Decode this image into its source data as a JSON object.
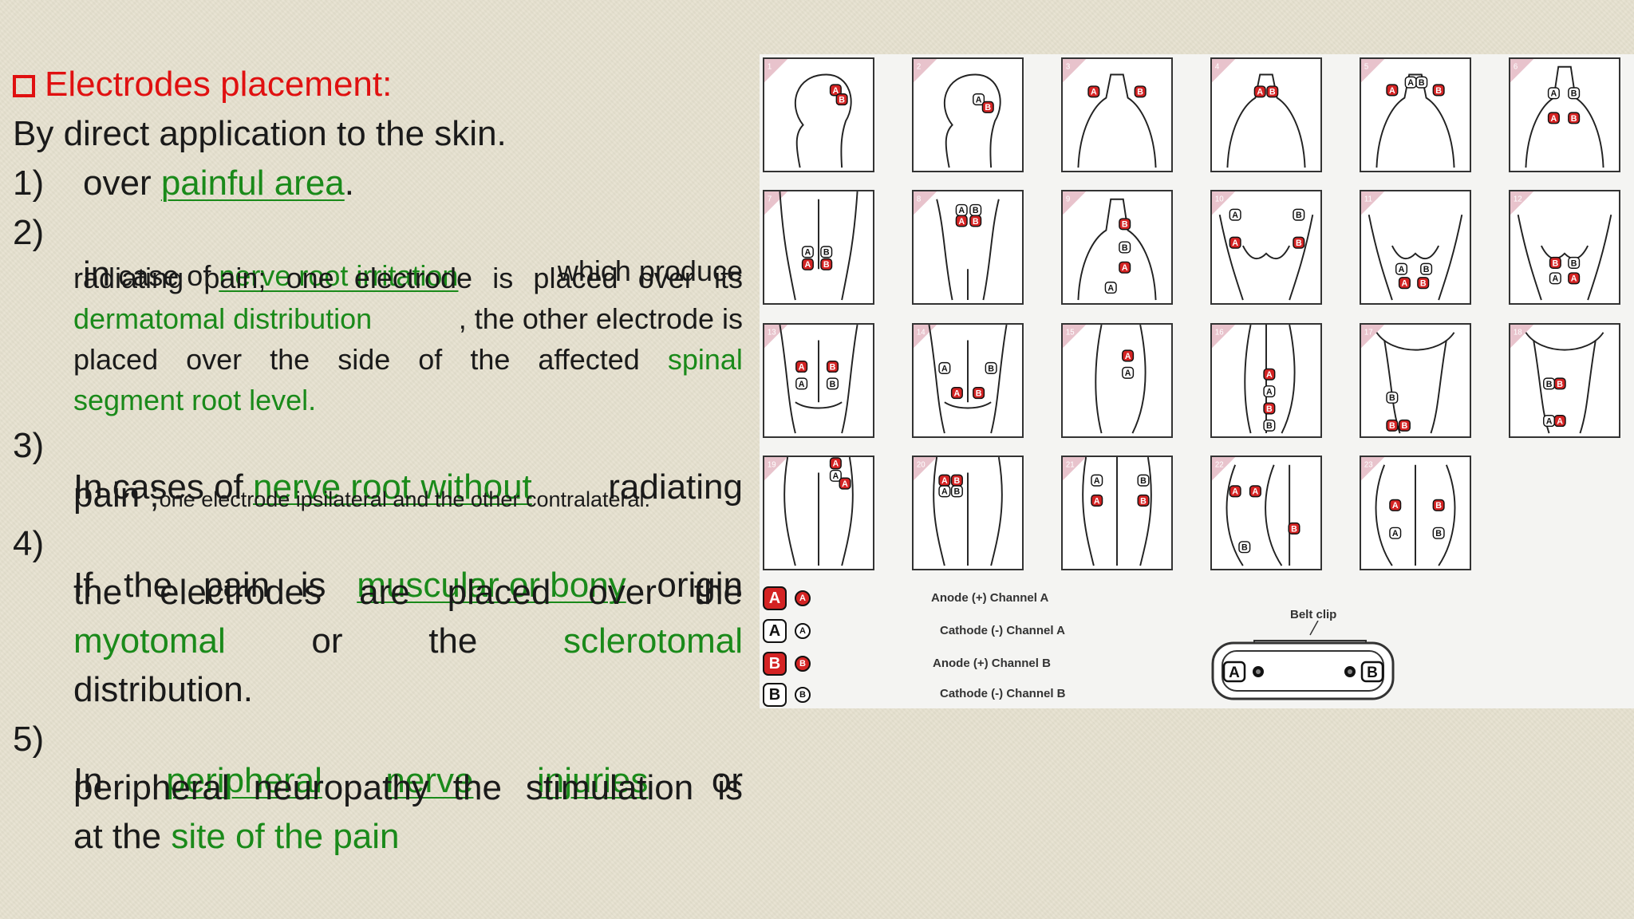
{
  "heading": "Electrodes placement:",
  "intro": "By direct application to the skin.",
  "items": {
    "i1": {
      "num": "1)",
      "pre": "over ",
      "link": "painful area",
      "post": "."
    },
    "i2": {
      "num": "2)",
      "pre_big": "in",
      "pre_small": " case of ",
      "link": "nerve root irritation ",
      "post": "which produce",
      "l2": "radiating pain; one electrode is placed over its",
      "l3_green": "dermatomal distribution",
      "l3_rest": ", the other electrode is",
      "l4": [
        "placed",
        "over",
        "the",
        "side",
        "of",
        "the",
        "affected"
      ],
      "l4_green": "spinal",
      "l5_green": "segment root level."
    },
    "i3": {
      "num": "3)",
      "pre": "In cases of ",
      "link": "nerve root without ",
      "post": "radiating",
      "l2_big": "pain ;",
      "l2_small": "one electrode  ipsilateral and the other  contralateral."
    },
    "i4": {
      "num": "4)",
      "l1": [
        "If",
        "the",
        "pain",
        "is"
      ],
      "link": "muscular or bony ",
      "post": "origin",
      "l2": [
        "the",
        "electrodes",
        "are",
        "placed",
        "over",
        "the"
      ],
      "l3_g1": "myotomal",
      "l3_m1": "or",
      "l3_m2": "the",
      "l3_g2": "sclerotomal",
      "l4": "distribution."
    },
    "i5": {
      "num": "5)",
      "pre": "In",
      "link": [
        "peripheral",
        "nerve",
        "injuries"
      ],
      "post": "or",
      "l2": "peripheral neuropathy the stimulation is",
      "l3": "at the ",
      "l3_green": "site of the pain"
    }
  },
  "figure": {
    "tile_numbers": [
      "1",
      "2",
      "3",
      "4",
      "5",
      "6",
      "7",
      "8",
      "9",
      "10",
      "11",
      "12",
      "13",
      "14",
      "15",
      "16",
      "17",
      "18",
      "19",
      "20",
      "21",
      "22",
      "23"
    ],
    "letters": {
      "a": "A",
      "b": "B"
    },
    "legend": [
      {
        "label": "Anode (+) Channel A",
        "letter": "A",
        "style": "red"
      },
      {
        "label": "Cathode (-) Channel A",
        "letter": "A",
        "style": "white"
      },
      {
        "label": "Anode (+) Channel B",
        "letter": "B",
        "style": "red"
      },
      {
        "label": "Cathode (-) Channel B",
        "letter": "B",
        "style": "white"
      }
    ],
    "belt_clip": "Belt clip",
    "colors": {
      "anode": "#d42323",
      "cathode": "#ffffff",
      "accent": "#e01010",
      "link_green": "#1a8a1a"
    }
  }
}
